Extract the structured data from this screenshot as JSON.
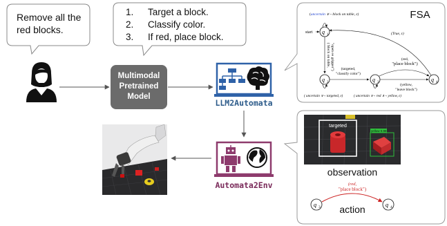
{
  "user_request": {
    "line1": "Remove all the",
    "line2": "red blocks."
  },
  "plan": {
    "items": [
      {
        "num": "1.",
        "text": "Target a block."
      },
      {
        "num": "2.",
        "text": "Classify color."
      },
      {
        "num": "3.",
        "text": "If red, place block."
      }
    ]
  },
  "model_box": {
    "line1": "Multimodal",
    "line2": "Pretrained",
    "line3": "Model"
  },
  "llm2automata": {
    "label": "LLM2Automata"
  },
  "automata2env": {
    "label": "Automata2Env"
  },
  "fsa": {
    "title": "FSA",
    "states": [
      "q",
      "q",
      "q",
      "q"
    ],
    "start_label": "start",
    "self_loop": {
      "prefix": "(",
      "italic1": "uncertain",
      "rest": " ∨¬ block on table, ε)"
    },
    "true_edge": "(True, ε)",
    "down_edge_line1": "(  block on table,",
    "down_edge_line2": "\"open ee gripper\")",
    "targeted_line1": "(targeted,",
    "targeted_line2": "\"classify color\")",
    "red_line1": "(red,",
    "red_line2": "\"place block\")",
    "yellow_line1": "(yellow,",
    "yellow_line2": "\"leave block\")",
    "bottom_left": "( uncertain ∨¬ targeted, ε)",
    "bottom_right": "( uncertain ∨¬ red ∧¬ yellow, ε)"
  },
  "observation": {
    "label": "observation",
    "tag_targeted": "targeted",
    "tag_yellow": "yellow 0.98"
  },
  "action": {
    "label": "action",
    "edge_line1": "(red,",
    "edge_line2": "\"place block\")",
    "from_state": "q",
    "to_state": "q"
  },
  "colors": {
    "mono_blue": "#2c5b8a",
    "mono_purple": "#7a2a5a",
    "model_box": "#6b6b6b",
    "red_edge": "#cc2222",
    "blue_icon": "#2f62a8",
    "purple_icon": "#8e3b6d",
    "fsa_blue_text": "#1a3fcf"
  }
}
